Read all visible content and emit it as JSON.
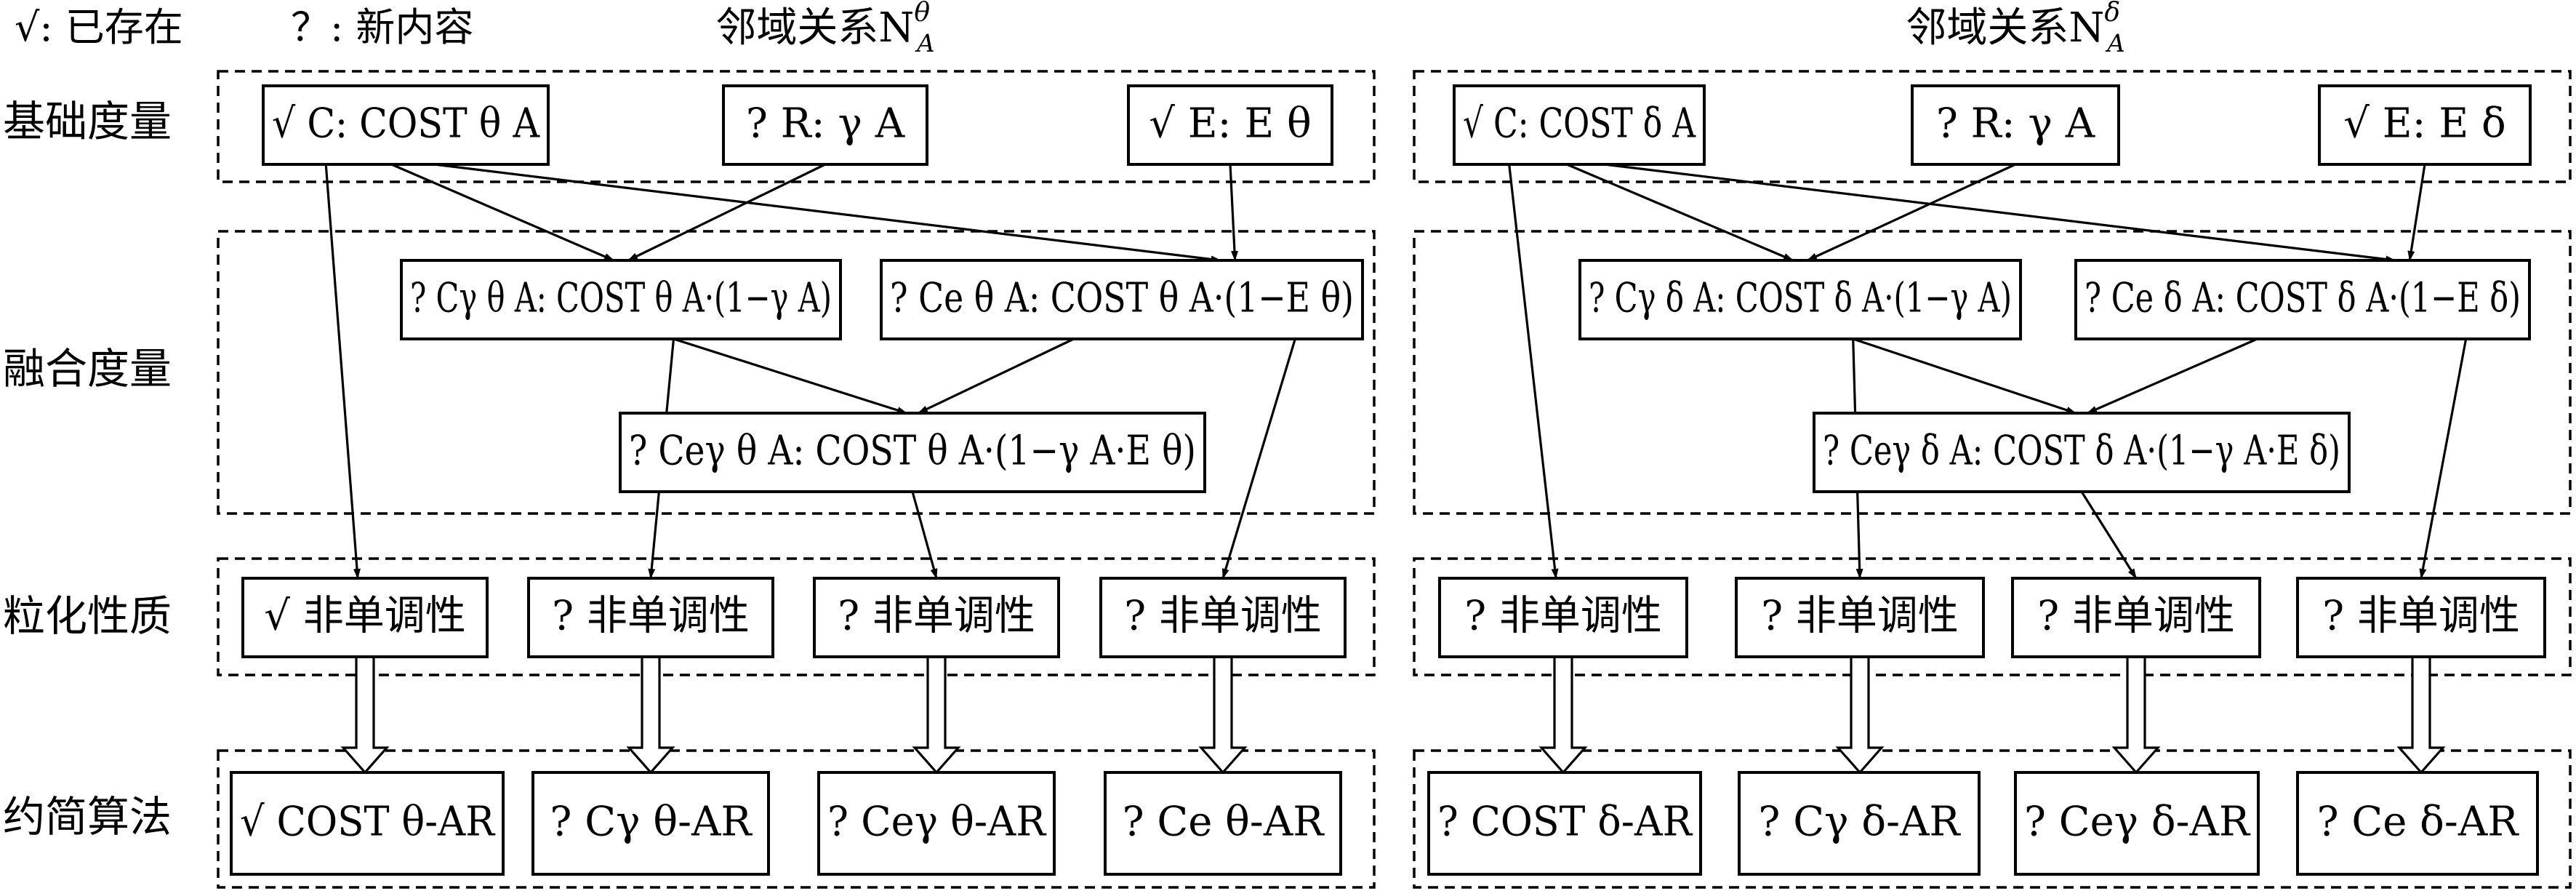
{
  "legend": {
    "existing": "√: 已存在",
    "new": "？: 新内容"
  },
  "panels": [
    {
      "id": "theta",
      "title": "邻域关系N",
      "super": "θ",
      "sub": "A"
    },
    {
      "id": "delta",
      "title": "邻域关系N",
      "super": "δ",
      "sub": "A"
    }
  ],
  "rows": [
    "基础度量",
    "融合度量",
    "粒化性质",
    "约简算法"
  ],
  "nodes": {
    "theta": {
      "C": "√ C: COST θ A",
      "R": "? R: γ A",
      "E": "√ E: E θ",
      "Cgamma": "? Cγ θ A: COST θ A·(1−γ A)",
      "Ce": "? Ce θ A: COST θ A·(1−E θ)",
      "Cegamma": "? Ceγ θ A: COST θ A·(1−γ A·E θ)",
      "P1": "√ 非单调性",
      "P2": "? 非单调性",
      "P3": "? 非单调性",
      "P4": "? 非单调性",
      "A1": "√ COST θ-AR",
      "A2": "? Cγ θ-AR",
      "A3": "? Ceγ θ-AR",
      "A4": "? Ce θ-AR"
    },
    "delta": {
      "C": "√ C: COST δ A",
      "R": "? R: γ A",
      "E": "√ E: E δ",
      "Cgamma": "? Cγ δ A: COST δ A·(1−γ A)",
      "Ce": "? Ce δ A: COST δ A·(1−E δ)",
      "Cegamma": "? Ceγ δ A: COST δ A·(1−γ A·E δ)",
      "P1": "? 非单调性",
      "P2": "? 非单调性",
      "P3": "? 非单调性",
      "P4": "? 非单调性",
      "A1": "? COST δ-AR",
      "A2": "? Cγ δ-AR",
      "A3": "? Ceγ δ-AR",
      "A4": "? Ce δ-AR"
    }
  }
}
